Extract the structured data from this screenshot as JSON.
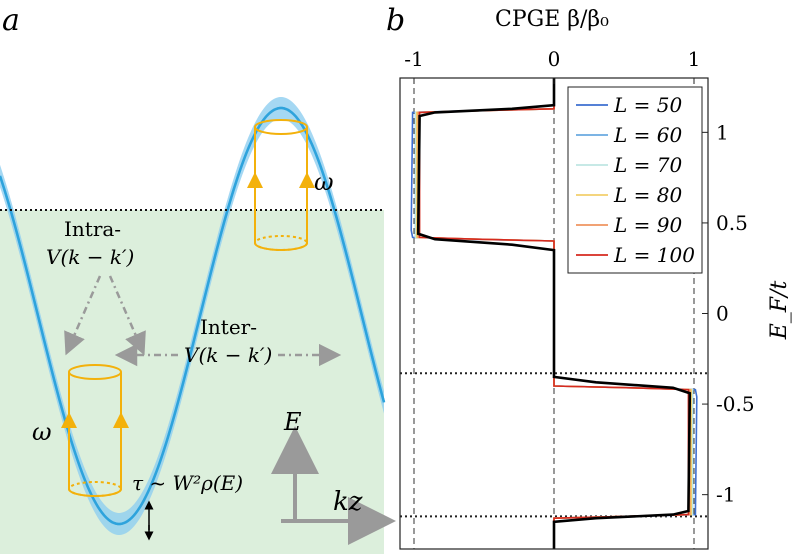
{
  "colors": {
    "band": "#2ea3dc",
    "band_fill": "#8ecdf0",
    "fermi_sea": "#dcefdc",
    "transition": "#f3b10b",
    "arrow_gray": "#9a9a9a",
    "axis_gray": "#9a9a9a",
    "black_curve": "#000000"
  },
  "panel_a": {
    "label": "a",
    "intra_label": "Intra-",
    "intra_formula": "V(k − k′)",
    "inter_label": "Inter-",
    "inter_formula": "V(k − k′)",
    "omega_upper": "ω",
    "omega_lower": "ω",
    "tau_label": "τ ~ W²ρ(E)",
    "energy_axis": "E",
    "momentum_axis": "kz"
  },
  "panel_b": {
    "label": "b"
  },
  "chart_data": {
    "type": "line",
    "title": "CPGE β/β₀",
    "xlabel": "CPGE β/β₀",
    "ylabel": "E_F/t",
    "xlim": [
      -1.1,
      1.1
    ],
    "ylim": [
      -1.3,
      1.3
    ],
    "x_ticks": [
      "-1",
      "0",
      "1"
    ],
    "y_ticks": [
      "1",
      "0.5",
      "0",
      "-0.5",
      "-1"
    ],
    "x_tick_values": [
      -1,
      0,
      1
    ],
    "y_tick_values": [
      1,
      0.5,
      0,
      -0.5,
      -1
    ],
    "reference_lines_x": [
      -1,
      0,
      1
    ],
    "reference_lines_y": [
      -0.33,
      -1.12
    ],
    "legend_position": "top-right",
    "series": [
      {
        "name": "L = 50",
        "color": "#3d6fd1",
        "ef": [
          1.3,
          1.13,
          1.12,
          1.11,
          0.46,
          0.42,
          0.41,
          0.4,
          -0.4,
          -0.41,
          -0.42,
          -0.46,
          -1.11,
          -1.12,
          -1.13,
          -1.3
        ],
        "beta": [
          0.0,
          0.0,
          -0.55,
          -1.01,
          -1.02,
          -1.01,
          -0.6,
          0.0,
          0.0,
          0.6,
          1.01,
          1.02,
          1.01,
          0.55,
          0.0,
          0.0
        ]
      },
      {
        "name": "L = 60",
        "color": "#6aa9e0",
        "ef": [
          1.3,
          1.13,
          1.12,
          1.11,
          0.42,
          0.41,
          0.4,
          -0.4,
          -0.41,
          -0.42,
          -1.11,
          -1.12,
          -1.13,
          -1.3
        ],
        "beta": [
          0.0,
          0.0,
          -0.5,
          -0.99,
          -0.99,
          -0.55,
          0.0,
          0.0,
          0.55,
          0.99,
          0.99,
          0.5,
          0.0,
          0.0
        ]
      },
      {
        "name": "L = 70",
        "color": "#bfe6e3",
        "ef": [
          1.3,
          1.13,
          1.12,
          1.11,
          0.42,
          0.41,
          0.4,
          -0.4,
          -0.41,
          -0.42,
          -1.11,
          -1.12,
          -1.13,
          -1.3
        ],
        "beta": [
          0.0,
          0.0,
          -0.5,
          -0.99,
          -0.99,
          -0.55,
          0.0,
          0.0,
          0.55,
          0.99,
          0.99,
          0.5,
          0.0,
          0.0
        ]
      },
      {
        "name": "L = 80",
        "color": "#f2cf6b",
        "ef": [
          1.3,
          1.13,
          1.12,
          1.11,
          0.42,
          0.41,
          0.4,
          -0.4,
          -0.41,
          -0.42,
          -1.11,
          -1.12,
          -1.13,
          -1.3
        ],
        "beta": [
          0.0,
          0.0,
          -0.5,
          -0.98,
          -0.98,
          -0.55,
          0.0,
          0.0,
          0.55,
          0.98,
          0.98,
          0.5,
          0.0,
          0.0
        ]
      },
      {
        "name": "L = 90",
        "color": "#ef9560",
        "ef": [
          1.3,
          1.13,
          1.12,
          1.11,
          0.42,
          0.41,
          0.4,
          -0.4,
          -0.41,
          -0.42,
          -1.11,
          -1.12,
          -1.13,
          -1.3
        ],
        "beta": [
          0.0,
          0.0,
          -0.5,
          -0.97,
          -0.97,
          -0.55,
          0.0,
          0.0,
          0.55,
          0.97,
          0.97,
          0.5,
          0.0,
          0.0
        ]
      },
      {
        "name": "L = 100",
        "color": "#d62a1f",
        "ef": [
          1.3,
          1.13,
          1.12,
          1.11,
          0.42,
          0.41,
          0.4,
          -0.4,
          -0.41,
          -0.42,
          -1.11,
          -1.12,
          -1.13,
          -1.3
        ],
        "beta": [
          0.0,
          0.0,
          -0.5,
          -0.96,
          -0.96,
          -0.55,
          0.0,
          0.0,
          0.55,
          0.96,
          0.96,
          0.5,
          0.0,
          0.0
        ]
      },
      {
        "name": "",
        "color": "#000000",
        "ef": [
          1.3,
          1.15,
          1.13,
          1.11,
          1.09,
          0.44,
          0.41,
          0.38,
          0.35,
          -0.35,
          -0.38,
          -0.41,
          -0.44,
          -1.09,
          -1.11,
          -1.13,
          -1.15,
          -1.3
        ],
        "beta": [
          0.0,
          0.0,
          -0.3,
          -0.85,
          -0.96,
          -0.97,
          -0.85,
          -0.3,
          0.0,
          0.0,
          0.3,
          0.85,
          0.97,
          0.96,
          0.85,
          0.3,
          0.0,
          0.0
        ]
      }
    ]
  }
}
